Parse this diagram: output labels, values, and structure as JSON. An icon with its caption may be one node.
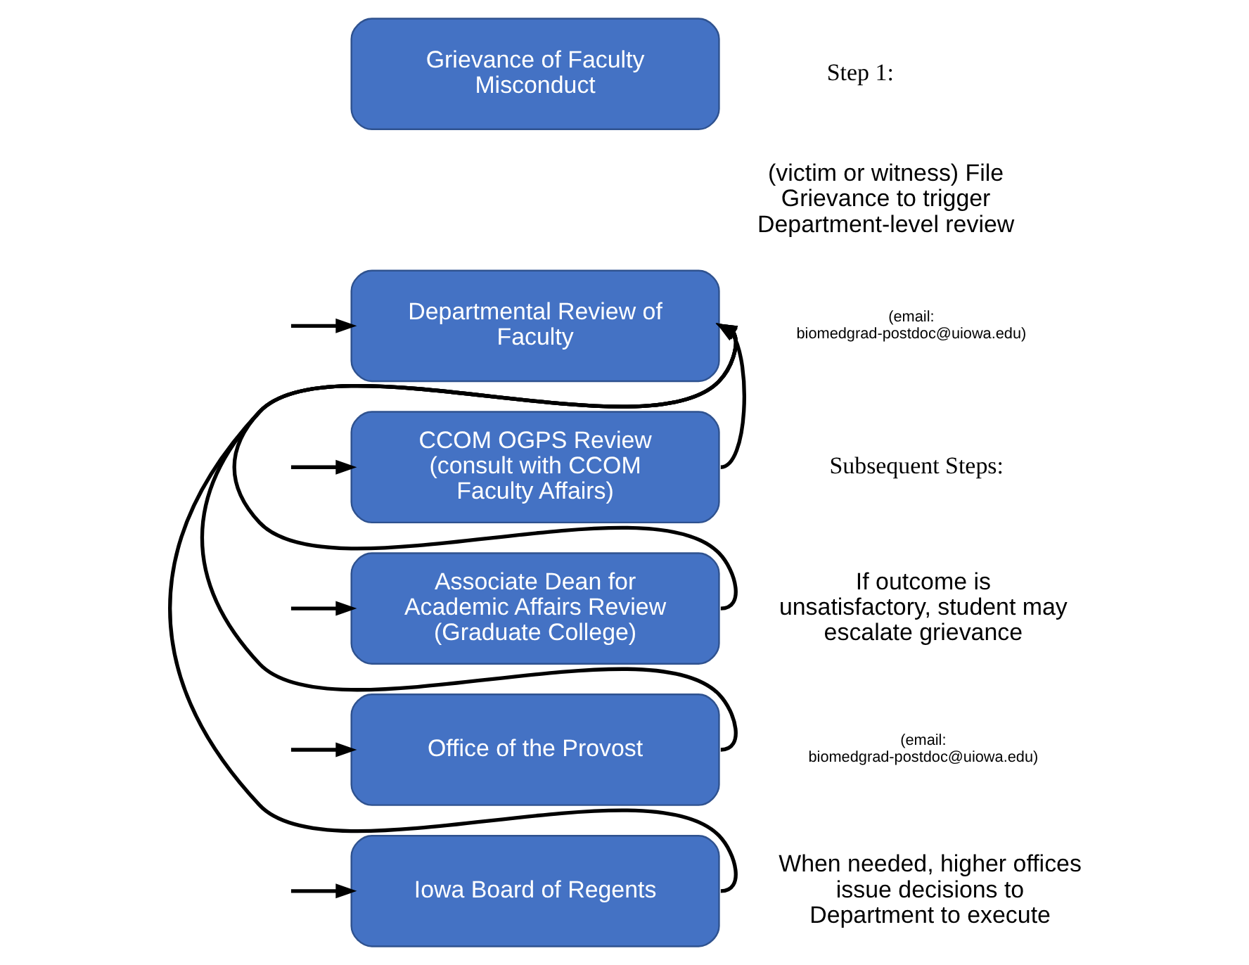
{
  "diagram": {
    "nodes": [
      {
        "text": [
          "Grievance of Faculty Misconduct"
        ]
      },
      {
        "text": [
          "Departmental Review of Faculty"
        ]
      },
      {
        "text": [
          "CCOM OGPS Review (consult with CCOM Faculty Affairs)"
        ]
      },
      {
        "text": [
          "Associate Dean for Academic Affairs Review (Graduate College)"
        ]
      },
      {
        "text": [
          "Office of the Provost"
        ]
      },
      {
        "text": [
          "Iowa Board of Regents"
        ]
      }
    ],
    "edges": [
      {
        "from": null,
        "to": 1,
        "arrow": "to"
      },
      {
        "from": null,
        "to": 2,
        "arrow": "to"
      },
      {
        "from": null,
        "to": 3,
        "arrow": "to"
      },
      {
        "from": null,
        "to": 4,
        "arrow": "to"
      },
      {
        "from": null,
        "to": 5,
        "arrow": "to"
      },
      {
        "from": 2,
        "to": 1,
        "arrow": "to"
      },
      {
        "from": 3,
        "to": 1,
        "arrow": "to"
      },
      {
        "from": 4,
        "to": 1,
        "arrow": "to"
      },
      {
        "from": 5,
        "to": 1,
        "arrow": "to"
      }
    ],
    "labels": [
      "Step 1:",
      "(victim or witness) File Grievance to trigger Department-level review",
      "(email: biomedgrad-postdoc@uiowa.edu)",
      "Subsequent Steps:",
      "If outcome is unsatisfactory, student may escalate grievance",
      "(email: biomedgrad-postdoc@uiowa.edu)",
      "When needed, higher offices issue decisions to Department to execute"
    ]
  }
}
